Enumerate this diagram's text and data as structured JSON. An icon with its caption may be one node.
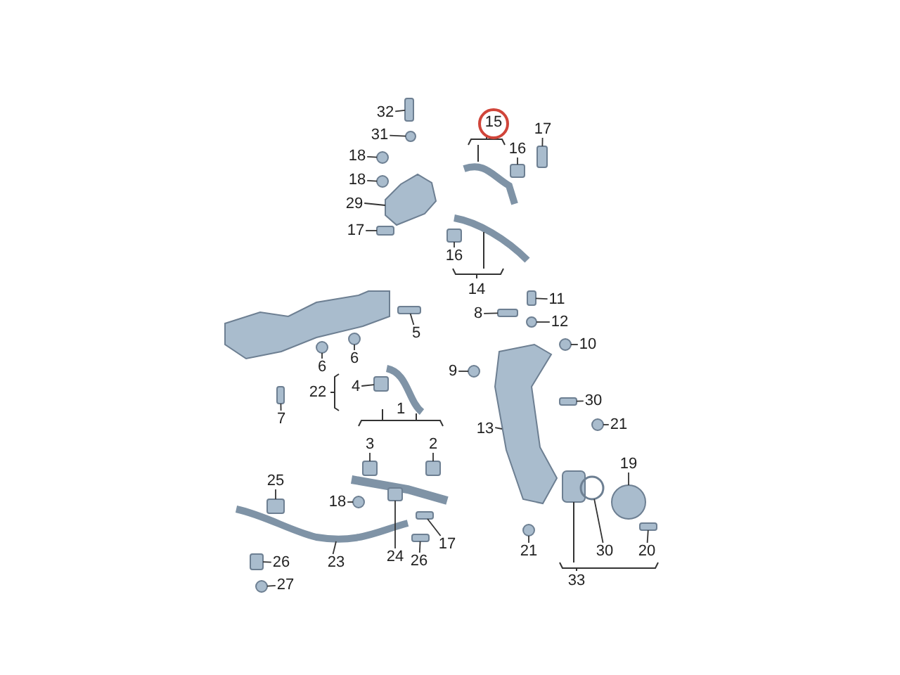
{
  "diagram": {
    "nodes": [
      {
        "text": [
          "32"
        ]
      },
      {
        "text": [
          "31"
        ]
      },
      {
        "text": [
          "18"
        ]
      },
      {
        "text": [
          "18"
        ]
      },
      {
        "text": [
          "29"
        ]
      },
      {
        "text": [
          "17"
        ]
      },
      {
        "text": [
          "16"
        ]
      },
      {
        "text": [
          "17"
        ]
      },
      {
        "text": [
          "16"
        ]
      },
      {
        "text": [
          "5"
        ]
      },
      {
        "text": [
          "6"
        ]
      },
      {
        "text": [
          "6"
        ]
      },
      {
        "text": [
          "4"
        ]
      },
      {
        "text": [
          "7"
        ]
      },
      {
        "text": [
          "3"
        ]
      },
      {
        "text": [
          "2"
        ]
      },
      {
        "text": [
          "8"
        ]
      },
      {
        "text": [
          "11"
        ]
      },
      {
        "text": [
          "12"
        ]
      },
      {
        "text": [
          "10"
        ]
      },
      {
        "text": [
          "9"
        ]
      },
      {
        "text": [
          "13"
        ]
      },
      {
        "text": [
          "30"
        ]
      },
      {
        "text": [
          "21"
        ]
      },
      {
        "text": [
          "25"
        ]
      },
      {
        "text": [
          "18"
        ]
      },
      {
        "text": [
          "19"
        ]
      },
      {
        "text": [
          "23"
        ]
      },
      {
        "text": [
          "24"
        ]
      },
      {
        "text": [
          "26"
        ]
      },
      {
        "text": [
          "17"
        ]
      },
      {
        "text": [
          "21"
        ]
      },
      {
        "text": [
          "30"
        ]
      },
      {
        "text": [
          "20"
        ]
      },
      {
        "text": [
          "26"
        ]
      },
      {
        "text": [
          "27"
        ]
      },
      {
        "text": [],
        "shape": "box"
      },
      {
        "text": [],
        "shape": "circle"
      },
      {
        "text": [],
        "shape": "circle"
      },
      {
        "text": [],
        "shape": "circle"
      },
      {
        "text": [],
        "shape": "picture"
      },
      {
        "text": [],
        "shape": "box"
      },
      {
        "text": [],
        "shape": "box"
      },
      {
        "text": [],
        "shape": "box"
      },
      {
        "text": [],
        "shape": "box"
      },
      {
        "text": [],
        "shape": "box"
      },
      {
        "text": [],
        "shape": "circle"
      },
      {
        "text": [],
        "shape": "circle"
      },
      {
        "text": [],
        "shape": "box"
      },
      {
        "text": [],
        "shape": "box"
      },
      {
        "text": [],
        "shape": "box"
      },
      {
        "text": [],
        "shape": "box"
      },
      {
        "text": [],
        "shape": "box"
      },
      {
        "text": [],
        "shape": "box"
      },
      {
        "text": [],
        "shape": "circle"
      },
      {
        "text": [],
        "shape": "circle"
      },
      {
        "text": [],
        "shape": "circle"
      },
      {
        "text": [],
        "shape": "picture"
      },
      {
        "text": [],
        "shape": "box"
      },
      {
        "text": [],
        "shape": "circle"
      },
      {
        "text": [],
        "shape": "box"
      },
      {
        "text": [],
        "shape": "circle"
      },
      {
        "text": [],
        "shape": "circle"
      },
      {
        "text": [],
        "shape": "picture"
      },
      {
        "text": [],
        "shape": "box"
      },
      {
        "text": [],
        "shape": "box"
      },
      {
        "text": [],
        "shape": "box"
      },
      {
        "text": [],
        "shape": "circle"
      },
      {
        "text": [],
        "shape": "circle"
      },
      {
        "text": [],
        "shape": "box"
      },
      {
        "text": [],
        "shape": "box"
      },
      {
        "text": [],
        "shape": "circle"
      }
    ],
    "edges": [
      {
        "from": 0,
        "to": 36,
        "arrow": "none"
      },
      {
        "from": 1,
        "to": 37,
        "arrow": "none"
      },
      {
        "from": 2,
        "to": 38,
        "arrow": "none"
      },
      {
        "from": 3,
        "to": 39,
        "arrow": "none"
      },
      {
        "from": 4,
        "to": 40,
        "arrow": "none"
      },
      {
        "from": 5,
        "to": 41,
        "arrow": "none"
      },
      {
        "from": 6,
        "to": 42,
        "arrow": "none"
      },
      {
        "from": 7,
        "to": 43,
        "arrow": "none"
      },
      {
        "from": 8,
        "to": 44,
        "arrow": "none"
      },
      {
        "from": 9,
        "to": 45,
        "arrow": "none"
      },
      {
        "from": 10,
        "to": 46,
        "arrow": "none"
      },
      {
        "from": 11,
        "to": 47,
        "arrow": "none"
      },
      {
        "from": 12,
        "to": 48,
        "arrow": "none"
      },
      {
        "from": 13,
        "to": 49,
        "arrow": "none"
      },
      {
        "from": 14,
        "to": 50,
        "arrow": "none"
      },
      {
        "from": 15,
        "to": 51,
        "arrow": "none"
      },
      {
        "from": 16,
        "to": 52,
        "arrow": "none"
      },
      {
        "from": 17,
        "to": 53,
        "arrow": "none"
      },
      {
        "from": 18,
        "to": 54,
        "arrow": "none"
      },
      {
        "from": 19,
        "to": 55,
        "arrow": "none"
      },
      {
        "from": 20,
        "to": 56,
        "arrow": "none"
      },
      {
        "from": 21,
        "to": 57,
        "arrow": "none"
      },
      {
        "from": 22,
        "to": 58,
        "arrow": "none"
      },
      {
        "from": 23,
        "to": 59,
        "arrow": "none"
      },
      {
        "from": 24,
        "to": 60,
        "arrow": "none"
      },
      {
        "from": 25,
        "to": 61,
        "arrow": "none"
      },
      {
        "from": 26,
        "to": 62,
        "arrow": "none"
      },
      {
        "from": 27,
        "to": 63,
        "arrow": "none"
      },
      {
        "from": 28,
        "to": 64,
        "arrow": "none"
      },
      {
        "from": 29,
        "to": 65,
        "arrow": "none"
      },
      {
        "from": 30,
        "to": 66,
        "arrow": "none"
      },
      {
        "from": 31,
        "to": 67,
        "arrow": "none"
      },
      {
        "from": 32,
        "to": 68,
        "arrow": "none"
      },
      {
        "from": 33,
        "to": 69,
        "arrow": "none"
      },
      {
        "from": 34,
        "to": 70,
        "arrow": "none"
      },
      {
        "from": 35,
        "to": 71,
        "arrow": "none"
      }
    ],
    "labels": [
      "15",
      "14",
      "22",
      "1",
      "33"
    ]
  }
}
